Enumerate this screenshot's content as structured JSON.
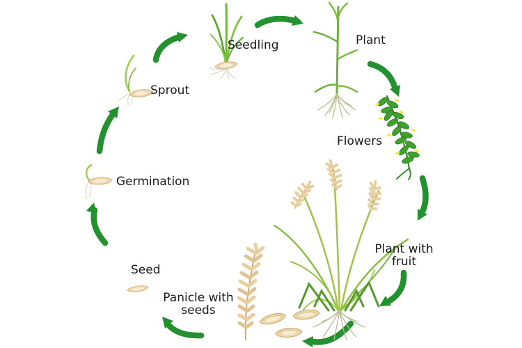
{
  "diagram": {
    "type": "cycle",
    "stages": [
      {
        "name": "seed",
        "label": "Seed"
      },
      {
        "name": "germination",
        "label": "Germination"
      },
      {
        "name": "sprout",
        "label": "Sprout"
      },
      {
        "name": "seedling",
        "label": "Seedling"
      },
      {
        "name": "plant",
        "label": "Plant"
      },
      {
        "name": "flowers",
        "label": "Flowers"
      },
      {
        "name": "plant_with_fruit",
        "label": "Plant with fruit"
      },
      {
        "name": "panicle_with_seeds",
        "label": "Panicle with seeds"
      }
    ],
    "arrows": [
      {
        "from": "seed",
        "to": "germination"
      },
      {
        "from": "germination",
        "to": "sprout"
      },
      {
        "from": "sprout",
        "to": "seedling"
      },
      {
        "from": "seedling",
        "to": "plant"
      },
      {
        "from": "plant",
        "to": "flowers"
      },
      {
        "from": "flowers",
        "to": "plant_with_fruit"
      },
      {
        "from": "plant_with_fruit",
        "to": "panicle_with_seeds",
        "segment": 1
      },
      {
        "from": "plant_with_fruit",
        "to": "panicle_with_seeds",
        "segment": 2
      },
      {
        "from": "panicle_with_seeds",
        "to": "seed"
      }
    ],
    "colors": {
      "arrow_green": "#24912f",
      "leaf_green": "#6fb13c",
      "stem_yellow_green": "#a2c24d",
      "flower_green": "#3fa22e",
      "flower_yellow": "#f2ee3b",
      "seed_tan": "#ecd7ab",
      "seed_outline": "#cfae7e",
      "seed_highlight": "#f7ecd2",
      "panicle_tan": "#e7cfa0",
      "panicle_stem": "#cfa96f",
      "root_pale": "#c9cfa4",
      "label_text": "#1b1b1b"
    }
  }
}
